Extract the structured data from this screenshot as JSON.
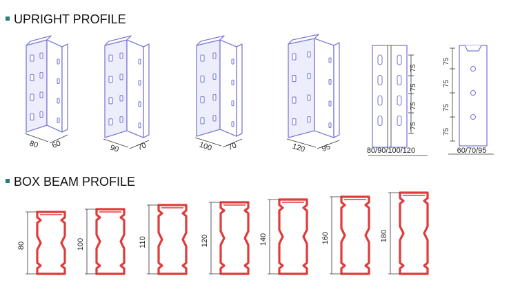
{
  "upright": {
    "title": "UPRIGHT PROFILE",
    "items": [
      {
        "width": "80",
        "depth": "60"
      },
      {
        "width": "90",
        "depth": "70"
      },
      {
        "width": "100",
        "depth": "70"
      },
      {
        "width": "120",
        "depth": "95"
      }
    ],
    "front_view": {
      "pitch": [
        "75",
        "75",
        "75",
        "75"
      ],
      "width_label": "80/90/100/120"
    },
    "side_view": {
      "pitch": [
        "75",
        "75",
        "75",
        "75"
      ],
      "width_label": "60/70/95"
    }
  },
  "beam": {
    "title": "BOX BEAM PROFILE",
    "heights": [
      "80",
      "100",
      "110",
      "120",
      "140",
      "160",
      "180"
    ]
  },
  "colors": {
    "upright_line": "#7b7bd6",
    "beam_line": "#e03a3a",
    "bullet": "#2a7a7f"
  }
}
